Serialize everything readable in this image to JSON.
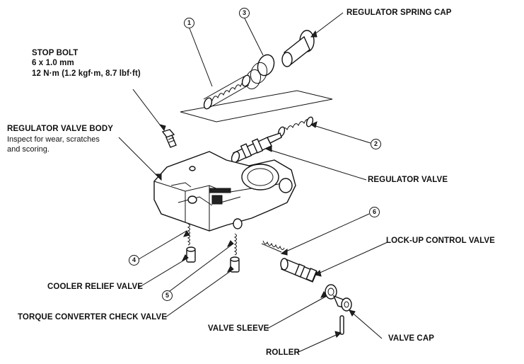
{
  "labels": {
    "regulator_spring_cap": "REGULATOR SPRING CAP",
    "stop_bolt_title": "STOP BOLT",
    "stop_bolt_size": "6 x 1.0 mm",
    "stop_bolt_torque": "12 N·m (1.2 kgf·m, 8.7 lbf·ft)",
    "regulator_valve_body": "REGULATOR VALVE BODY",
    "regulator_valve_body_note_1": "Inspect for wear, scratches",
    "regulator_valve_body_note_2": "and scoring.",
    "regulator_valve": "REGULATOR VALVE",
    "lock_up_control_valve": "LOCK-UP CONTROL VALVE",
    "cooler_relief_valve": "COOLER RELIEF VALVE",
    "torque_converter_check_valve": "TORQUE CONVERTER CHECK VALVE",
    "valve_sleeve": "VALVE SLEEVE",
    "valve_cap": "VALVE CAP",
    "roller": "ROLLER"
  },
  "callouts": {
    "c1": "1",
    "c2": "2",
    "c3": "3",
    "c4": "4",
    "c5": "5",
    "c6": "6"
  }
}
